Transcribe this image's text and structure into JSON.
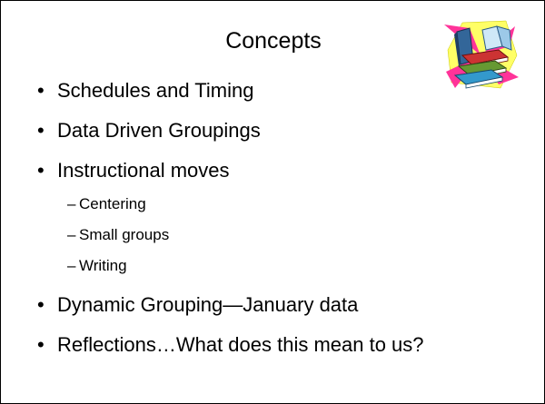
{
  "slide": {
    "title": "Concepts",
    "bullet_marker": "•",
    "sub_marker": "–",
    "items": [
      {
        "text": "Schedules and Timing"
      },
      {
        "text": "Data Driven Groupings"
      },
      {
        "text": "Instructional moves"
      },
      {
        "text": "Dynamic Grouping—January data"
      },
      {
        "text": "Reflections…What does this mean to us?"
      }
    ],
    "sub_items": [
      {
        "text": "Centering"
      },
      {
        "text": "Small groups"
      },
      {
        "text": "Writing"
      }
    ],
    "clipart": {
      "icon": "books-icon",
      "colors": [
        "#ffff66",
        "#ff3399",
        "#3399cc",
        "#336699",
        "#cc3333",
        "#669933"
      ]
    }
  }
}
